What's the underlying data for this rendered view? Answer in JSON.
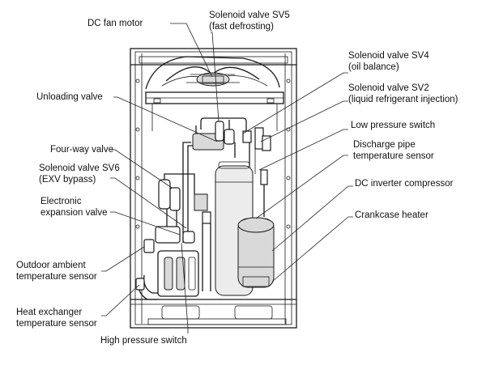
{
  "labels": {
    "dc_fan_motor": "DC fan motor",
    "sv5_l1": "Solenoid valve SV5",
    "sv5_l2": "(fast defrosting)",
    "sv4_l1": "Solenoid valve SV4",
    "sv4_l2": "(oil balance)",
    "sv2_l1": "Solenoid valve SV2",
    "sv2_l2": "(liquid refrigerant injection)",
    "unloading_valve": "Unloading valve",
    "low_pressure_switch": "Low pressure switch",
    "four_way_valve": "Four-way valve",
    "discharge_l1": "Discharge pipe",
    "discharge_l2": "temperature sensor",
    "sv6_l1": "Solenoid valve SV6",
    "sv6_l2": "(EXV bypass)",
    "dc_compressor": "DC inverter compressor",
    "exv_l1": "Electronic",
    "exv_l2": "expansion valve",
    "crankcase_heater": "Crankcase heater",
    "oat_l1": "Outdoor ambient",
    "oat_l2": "temperature sensor",
    "hex_l1": "Heat exchanger",
    "hex_l2": "temperature sensor",
    "high_pressure_switch": "High pressure switch"
  }
}
